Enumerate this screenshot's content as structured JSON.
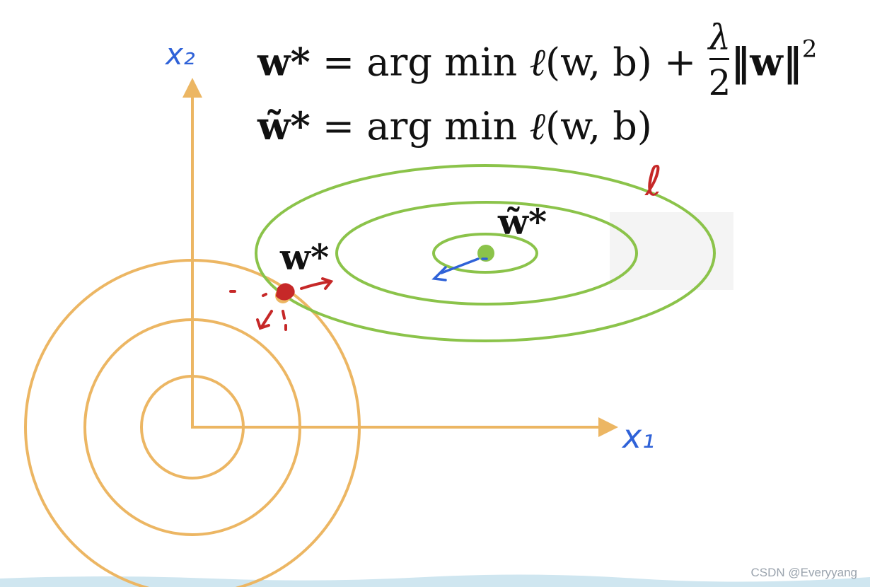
{
  "equations": {
    "eq1": {
      "lhs": "w*",
      "equals": "=",
      "op": "arg min",
      "loss_fn": "ℓ",
      "args": "(w, b)",
      "plus": "+",
      "frac_num": "λ",
      "frac_den": "2",
      "norm": "‖w‖",
      "power": "2"
    },
    "eq2": {
      "lhs": "w̃*",
      "equals": "=",
      "op": "arg min",
      "loss_fn": "ℓ",
      "args": "(w, b)"
    }
  },
  "labels": {
    "x2": "x₂",
    "x1": "x₁",
    "loss_contour": "ℓ",
    "w_star": "w*",
    "w_tilde_star": "w̃*"
  },
  "watermark": "CSDN @Everyyang",
  "colors": {
    "penalty_contours": "#ecb663",
    "loss_contours": "#8bc34a",
    "axes": "#ecb663",
    "handwriting_blue": "#2f62d8",
    "handwriting_red": "#c62828",
    "text": "#111111"
  }
}
